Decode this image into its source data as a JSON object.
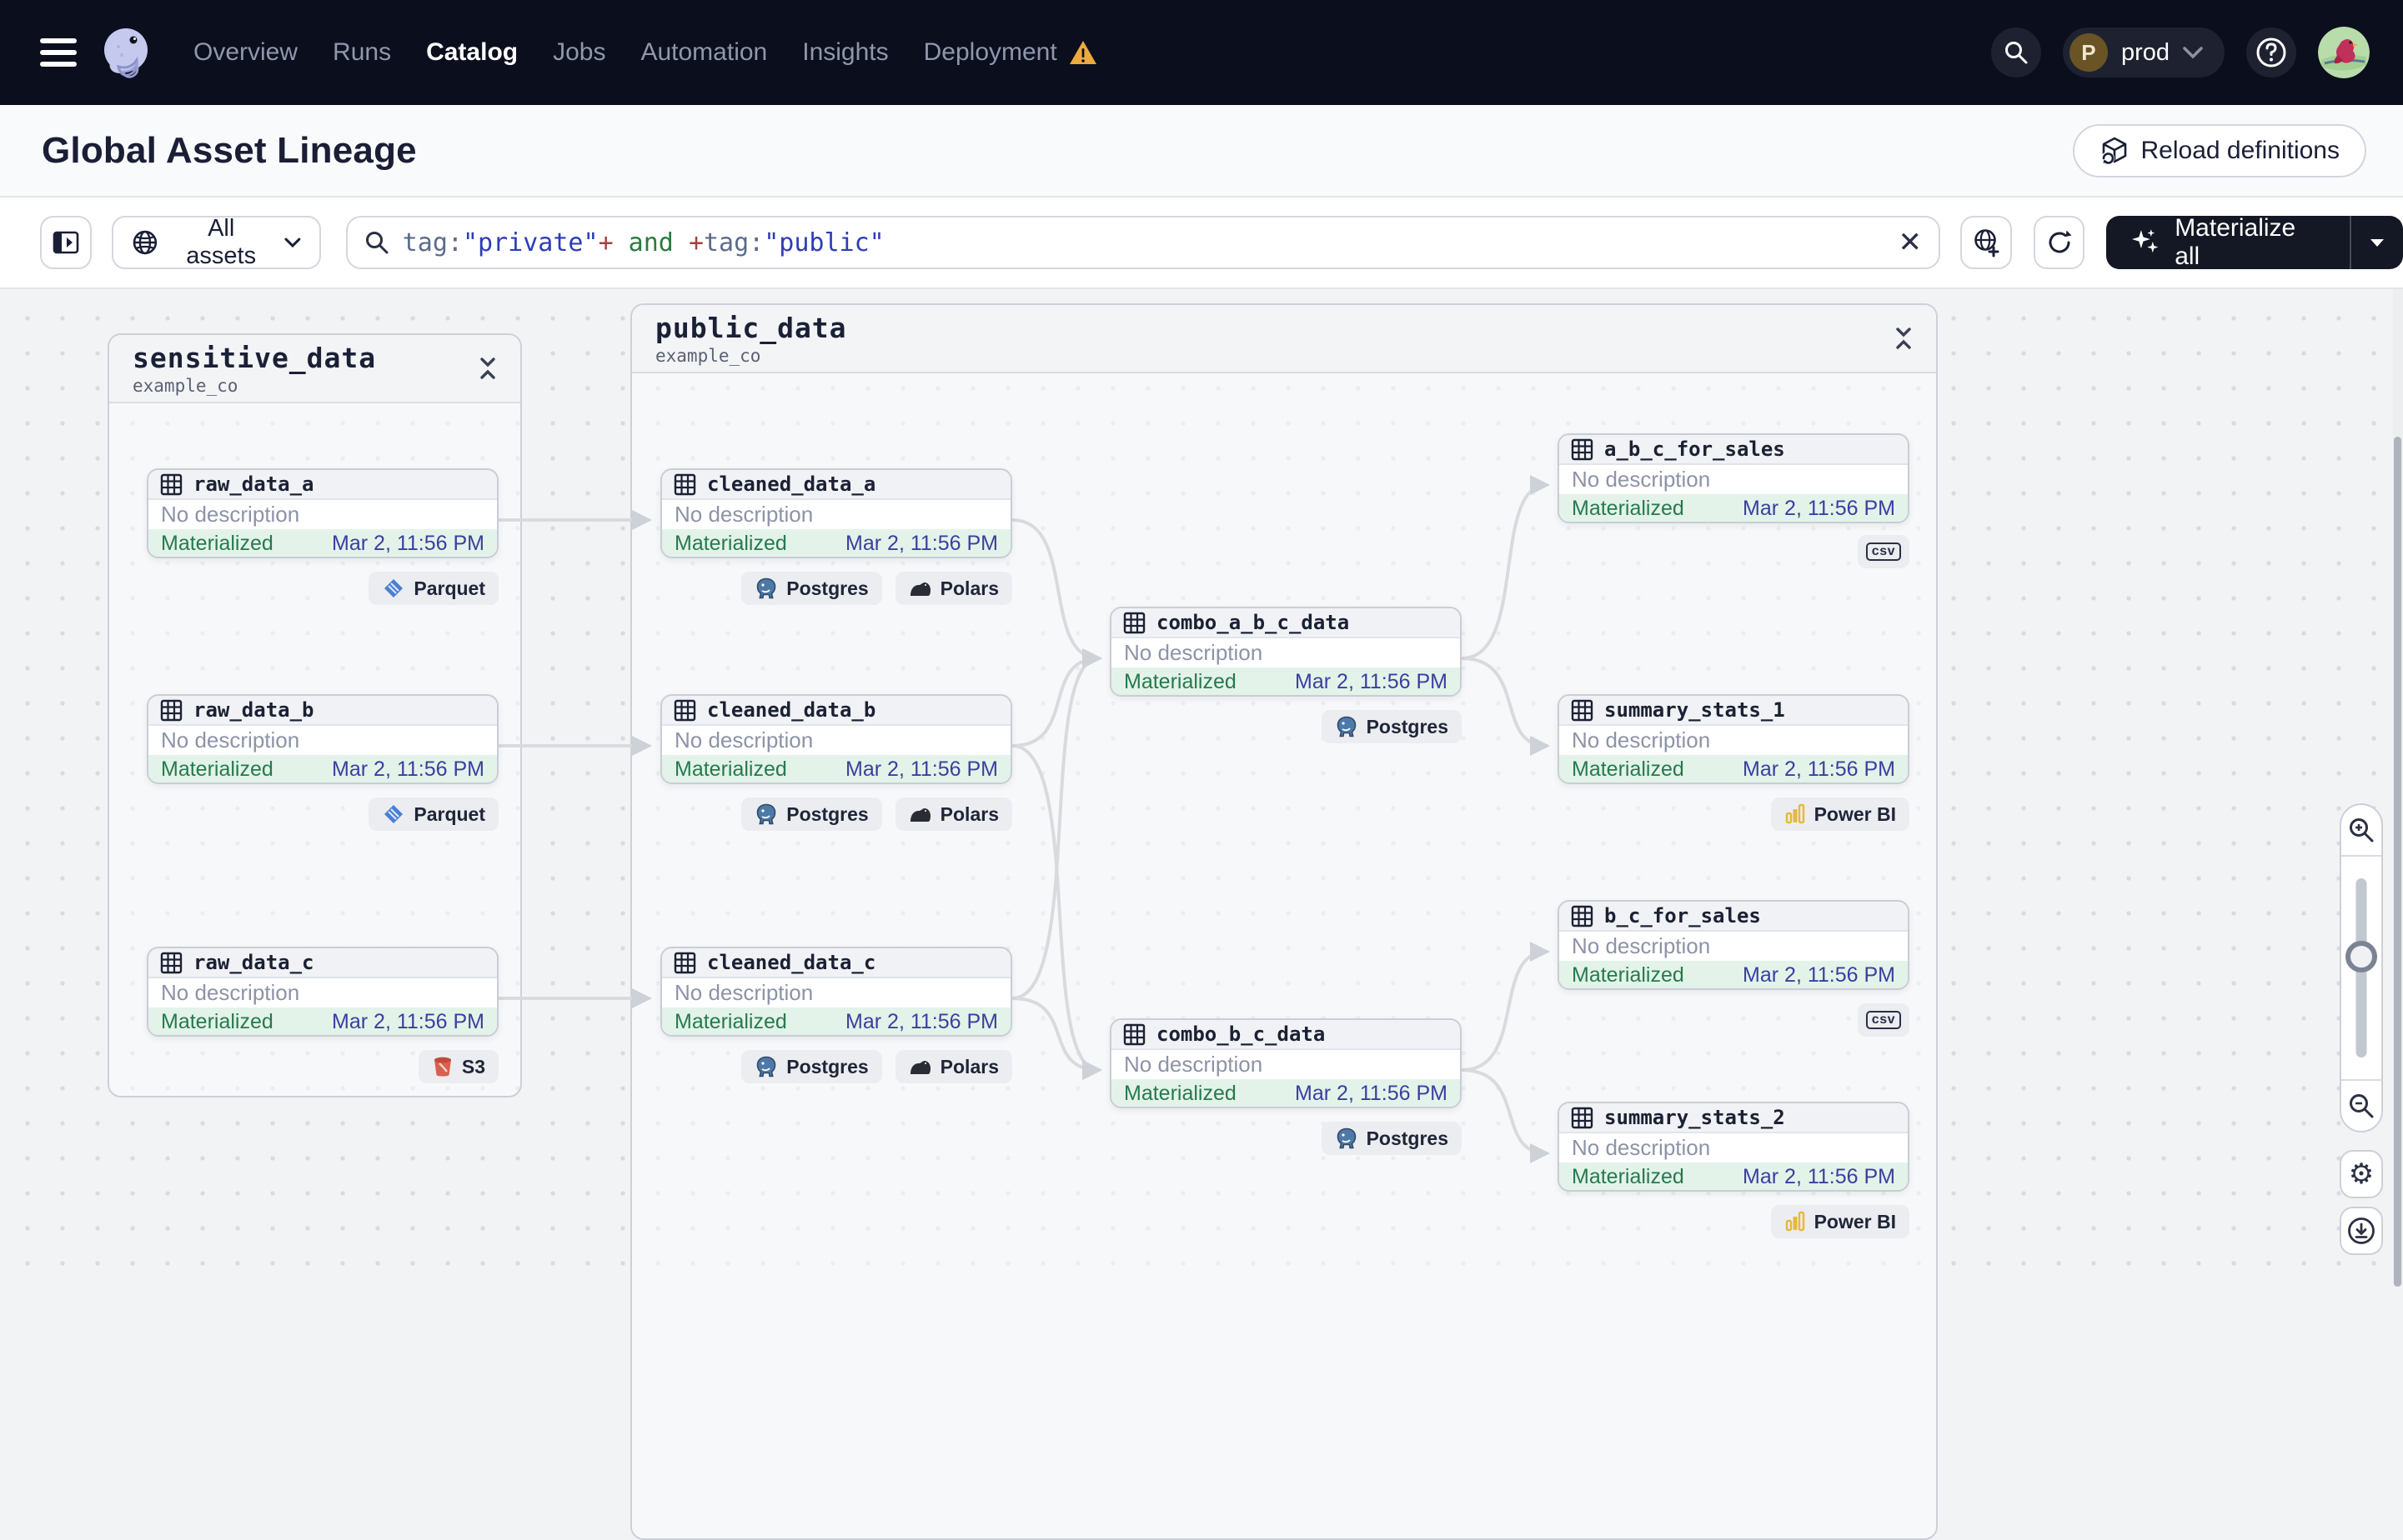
{
  "nav": {
    "items": [
      {
        "label": "Overview",
        "active": false
      },
      {
        "label": "Runs",
        "active": false
      },
      {
        "label": "Catalog",
        "active": true
      },
      {
        "label": "Jobs",
        "active": false
      },
      {
        "label": "Automation",
        "active": false
      },
      {
        "label": "Insights",
        "active": false
      },
      {
        "label": "Deployment",
        "active": false,
        "warning": true
      }
    ],
    "environment": {
      "initial": "P",
      "label": "prod"
    }
  },
  "header": {
    "title": "Global Asset Lineage",
    "reload_button": "Reload definitions"
  },
  "toolbar": {
    "scope": {
      "label": "All assets"
    },
    "search": {
      "query": "tag:\"private\"+ and +tag:\"public\"",
      "tokens": [
        {
          "text": "tag:",
          "type": "key"
        },
        {
          "text": "\"private\"",
          "type": "str"
        },
        {
          "text": "+",
          "type": "op"
        },
        {
          "text": " and ",
          "type": "bool"
        },
        {
          "text": "+",
          "type": "op"
        },
        {
          "text": "tag:",
          "type": "key"
        },
        {
          "text": "\"public\"",
          "type": "str"
        }
      ]
    },
    "materialize": {
      "label": "Materialize all"
    }
  },
  "graph": {
    "groups": [
      {
        "name": "sensitive_data",
        "subtitle": "example_co",
        "assets": [
          {
            "name": "raw_data_a",
            "description": "No description",
            "status": "Materialized",
            "timestamp": "Mar 2, 11:56 PM",
            "kinds": [
              "Parquet"
            ]
          },
          {
            "name": "raw_data_b",
            "description": "No description",
            "status": "Materialized",
            "timestamp": "Mar 2, 11:56 PM",
            "kinds": [
              "Parquet"
            ]
          },
          {
            "name": "raw_data_c",
            "description": "No description",
            "status": "Materialized",
            "timestamp": "Mar 2, 11:56 PM",
            "kinds": [
              "S3"
            ]
          }
        ]
      },
      {
        "name": "public_data",
        "subtitle": "example_co",
        "assets": [
          {
            "name": "cleaned_data_a",
            "description": "No description",
            "status": "Materialized",
            "timestamp": "Mar 2, 11:56 PM",
            "kinds": [
              "Postgres",
              "Polars"
            ]
          },
          {
            "name": "cleaned_data_b",
            "description": "No description",
            "status": "Materialized",
            "timestamp": "Mar 2, 11:56 PM",
            "kinds": [
              "Postgres",
              "Polars"
            ]
          },
          {
            "name": "cleaned_data_c",
            "description": "No description",
            "status": "Materialized",
            "timestamp": "Mar 2, 11:56 PM",
            "kinds": [
              "Postgres",
              "Polars"
            ]
          },
          {
            "name": "combo_a_b_c_data",
            "description": "No description",
            "status": "Materialized",
            "timestamp": "Mar 2, 11:56 PM",
            "kinds": [
              "Postgres"
            ]
          },
          {
            "name": "combo_b_c_data",
            "description": "No description",
            "status": "Materialized",
            "timestamp": "Mar 2, 11:56 PM",
            "kinds": [
              "Postgres"
            ]
          },
          {
            "name": "a_b_c_for_sales",
            "description": "No description",
            "status": "Materialized",
            "timestamp": "Mar 2, 11:56 PM",
            "kinds": [
              "csv"
            ]
          },
          {
            "name": "summary_stats_1",
            "description": "No description",
            "status": "Materialized",
            "timestamp": "Mar 2, 11:56 PM",
            "kinds": [
              "Power BI"
            ]
          },
          {
            "name": "b_c_for_sales",
            "description": "No description",
            "status": "Materialized",
            "timestamp": "Mar 2, 11:56 PM",
            "kinds": [
              "csv"
            ]
          },
          {
            "name": "summary_stats_2",
            "description": "No description",
            "status": "Materialized",
            "timestamp": "Mar 2, 11:56 PM",
            "kinds": [
              "Power BI"
            ]
          }
        ]
      }
    ],
    "edges": [
      {
        "from": "raw_data_a",
        "to": "cleaned_data_a"
      },
      {
        "from": "raw_data_b",
        "to": "cleaned_data_b"
      },
      {
        "from": "raw_data_c",
        "to": "cleaned_data_c"
      },
      {
        "from": "cleaned_data_a",
        "to": "combo_a_b_c_data"
      },
      {
        "from": "cleaned_data_b",
        "to": "combo_a_b_c_data"
      },
      {
        "from": "cleaned_data_c",
        "to": "combo_a_b_c_data"
      },
      {
        "from": "cleaned_data_b",
        "to": "combo_b_c_data"
      },
      {
        "from": "cleaned_data_c",
        "to": "combo_b_c_data"
      },
      {
        "from": "combo_a_b_c_data",
        "to": "a_b_c_for_sales"
      },
      {
        "from": "combo_a_b_c_data",
        "to": "summary_stats_1"
      },
      {
        "from": "combo_b_c_data",
        "to": "b_c_for_sales"
      },
      {
        "from": "combo_b_c_data",
        "to": "summary_stats_2"
      }
    ]
  },
  "colors": {
    "nav_bg": "#0b0e1c",
    "accent_dark": "#141824",
    "materialized_bg": "#e3f3e9",
    "materialized_text": "#267a4e",
    "timestamp_text": "#3a3f9f",
    "edge": "#d8dade",
    "warning": "#ecaa3d"
  }
}
